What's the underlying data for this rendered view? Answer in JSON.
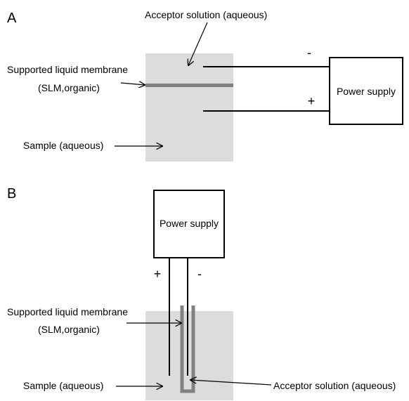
{
  "panel_a": {
    "label": "A",
    "acceptor_label": "Acceptor solution (aqueous)",
    "slm_label_line1": "Supported liquid membrane",
    "slm_label_line2": "(SLM,organic)",
    "sample_label": "Sample (aqueous)",
    "power_supply_label": "Power supply",
    "minus_sign": "-",
    "plus_sign": "+"
  },
  "panel_b": {
    "label": "B",
    "power_supply_label": "Power supply",
    "plus_sign": "+",
    "minus_sign": "-",
    "slm_label_line1": "Supported liquid membrane",
    "slm_label_line2": "(SLM,organic)",
    "sample_label": "Sample (aqueous)",
    "acceptor_label": "Acceptor solution (aqueous)"
  },
  "colors": {
    "solution_fill": "#dcdcdc",
    "membrane": "#808080",
    "line": "#000000"
  }
}
